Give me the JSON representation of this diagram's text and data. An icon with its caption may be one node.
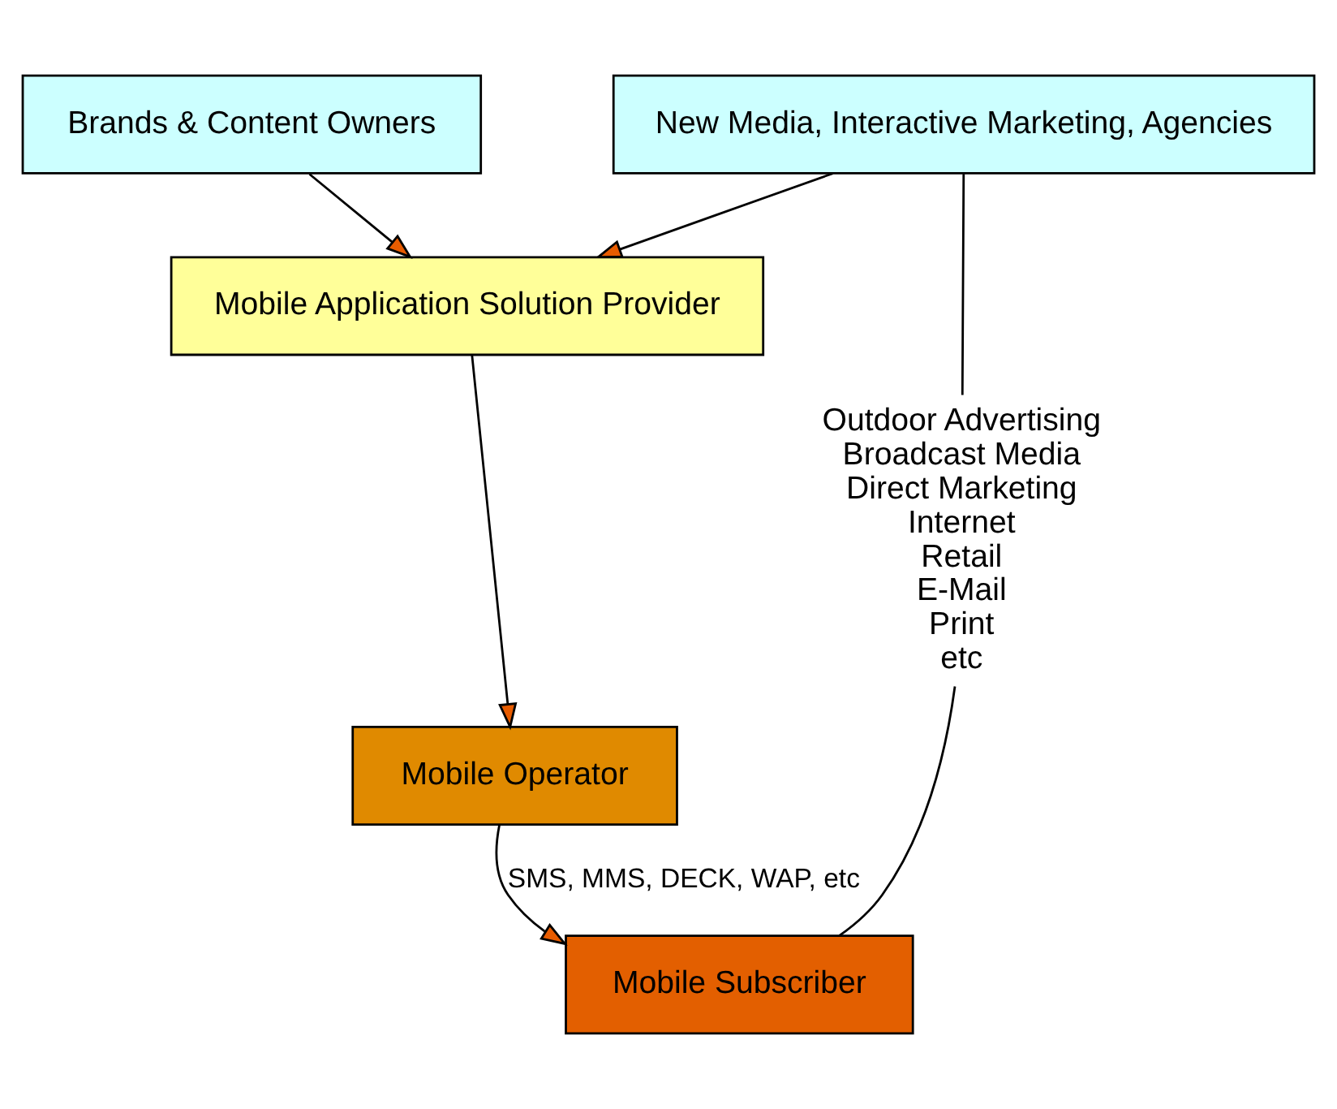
{
  "diagram": {
    "nodes": [
      {
        "text": [
          "Brands & Content Owners"
        ]
      },
      {
        "text": [
          "New Media, Interactive Marketing, Agencies"
        ]
      },
      {
        "text": [
          "Mobile Application Solution Provider"
        ]
      },
      {
        "text": [
          "Mobile Operator"
        ]
      },
      {
        "text": [
          "Mobile Subscriber"
        ]
      },
      {
        "text": [
          "Outdoor Advertising",
          "Broadcast Media",
          "Direct Marketing",
          "Internet",
          "Retail",
          "E-Mail",
          "Print",
          "etc"
        ]
      }
    ],
    "edges": [
      {
        "from": 0,
        "to": 2,
        "arrow": "to"
      },
      {
        "from": 1,
        "to": 2,
        "arrow": "to"
      },
      {
        "from": 2,
        "to": 3,
        "arrow": "to"
      },
      {
        "from": 3,
        "to": 4,
        "arrow": "to",
        "label": "SMS, MMS, DECK, WAP, etc"
      },
      {
        "from": 1,
        "to": 5,
        "arrow": "none"
      },
      {
        "from": 5,
        "to": 4,
        "arrow": "none"
      }
    ]
  }
}
